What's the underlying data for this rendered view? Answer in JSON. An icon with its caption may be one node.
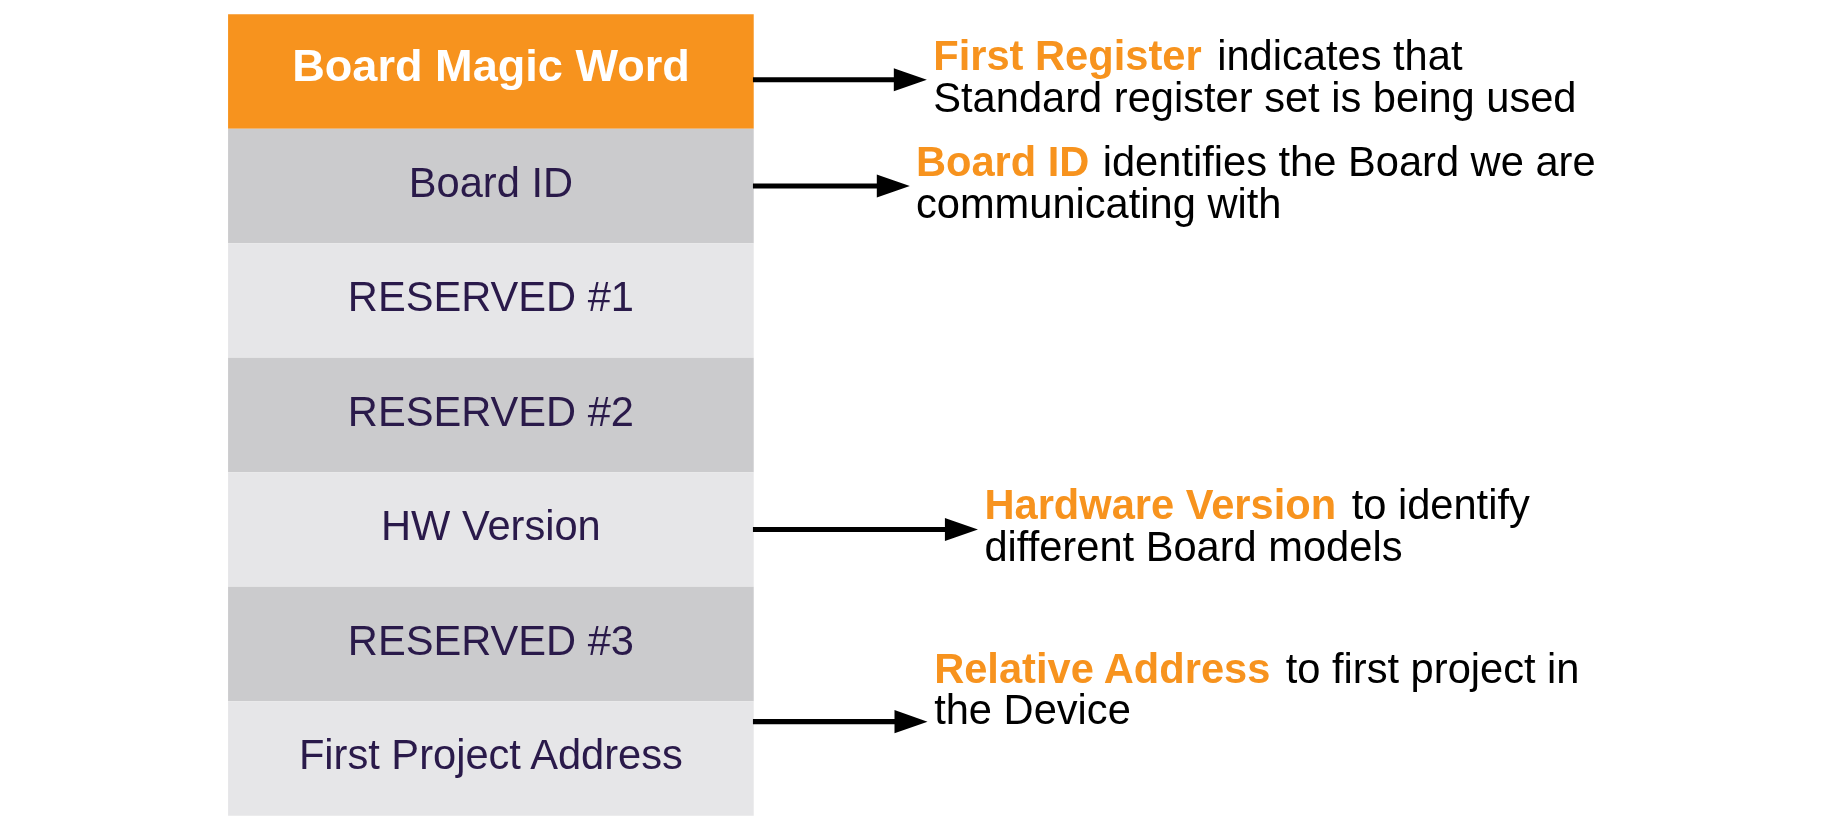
{
  "diagram": {
    "nodes": [
      {
        "text": [
          "Board Magic Word"
        ]
      },
      {
        "text": [
          "Board ID"
        ]
      },
      {
        "text": [
          "RESERVED #1"
        ]
      },
      {
        "text": [
          "RESERVED #2"
        ]
      },
      {
        "text": [
          "HW Version"
        ]
      },
      {
        "text": [
          "RESERVED #3"
        ]
      },
      {
        "text": [
          "First Project Address"
        ]
      },
      {
        "text": [
          "**First Register** indicates that Standard register set is being used"
        ]
      },
      {
        "text": [
          "**Board ID** identifies the Board we are communicating with"
        ]
      },
      {
        "text": [
          "**Hardware Version** to identify different Board models"
        ]
      },
      {
        "text": [
          "**Relative Address** to first project in the Device"
        ]
      }
    ],
    "edges": [
      {
        "from": 0,
        "to": 7,
        "arrow": "to"
      },
      {
        "from": 1,
        "to": 8,
        "arrow": "to"
      },
      {
        "from": 4,
        "to": 9,
        "arrow": "to"
      },
      {
        "from": 6,
        "to": 10,
        "arrow": "to"
      }
    ]
  }
}
